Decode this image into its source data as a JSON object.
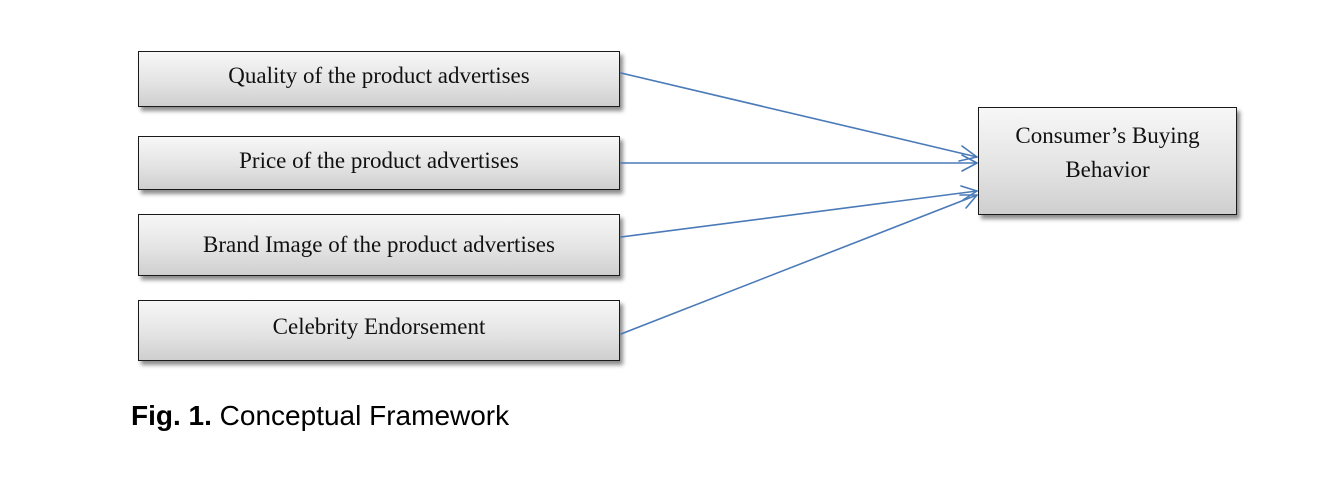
{
  "diagram": {
    "sources": [
      {
        "id": "quality",
        "label": "Quality of the product advertises"
      },
      {
        "id": "price",
        "label": "Price of the product advertises"
      },
      {
        "id": "brand",
        "label": "Brand Image of the product advertises"
      },
      {
        "id": "celebrity",
        "label": "Celebrity Endorsement"
      }
    ],
    "target": {
      "line1": "Consumer’s Buying",
      "line2": "Behavior"
    },
    "edges": [
      {
        "from": "quality",
        "to": "target"
      },
      {
        "from": "price",
        "to": "target"
      },
      {
        "from": "brand",
        "to": "target"
      },
      {
        "from": "celebrity",
        "to": "target"
      }
    ],
    "edge_color": "#4a7ab8"
  },
  "caption": {
    "label": "Fig. 1.",
    "text": " Conceptual Framework"
  }
}
